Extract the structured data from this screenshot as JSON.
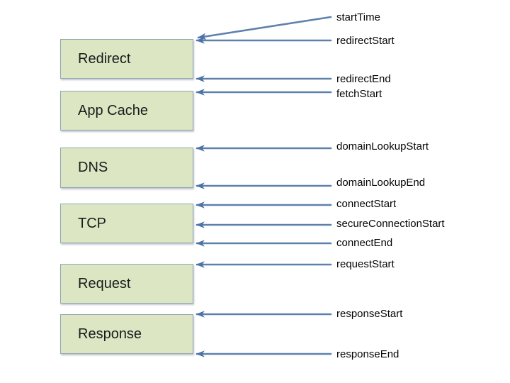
{
  "background": "#ffffff",
  "colors": {
    "box_fill": "#dce6c3",
    "box_border": "#92a7b0",
    "box_text": "#1b1b1b",
    "arrow_line": "#5e81ab",
    "arrow_head": "#4d72a7",
    "label_text": "#050505"
  },
  "phases": [
    {
      "label": "Redirect"
    },
    {
      "label": "App Cache"
    },
    {
      "label": "DNS"
    },
    {
      "label": "TCP"
    },
    {
      "label": "Request"
    },
    {
      "label": "Response"
    }
  ],
  "events": [
    {
      "label": "startTime",
      "target": "Redirect top-right corner (diagonal)"
    },
    {
      "label": "redirectStart",
      "target": "Redirect top edge"
    },
    {
      "label": "redirectEnd",
      "target": "Redirect bottom edge"
    },
    {
      "label": "fetchStart",
      "target": "App Cache top edge"
    },
    {
      "label": "domainLookupStart",
      "target": "DNS top edge"
    },
    {
      "label": "domainLookupEnd",
      "target": "DNS bottom edge"
    },
    {
      "label": "connectStart",
      "target": "TCP top edge"
    },
    {
      "label": "secureConnectionStart",
      "target": "TCP middle"
    },
    {
      "label": "connectEnd",
      "target": "TCP bottom edge"
    },
    {
      "label": "requestStart",
      "target": "Request top edge"
    },
    {
      "label": "responseStart",
      "target": "Response top edge"
    },
    {
      "label": "responseEnd",
      "target": "Response bottom edge"
    }
  ]
}
